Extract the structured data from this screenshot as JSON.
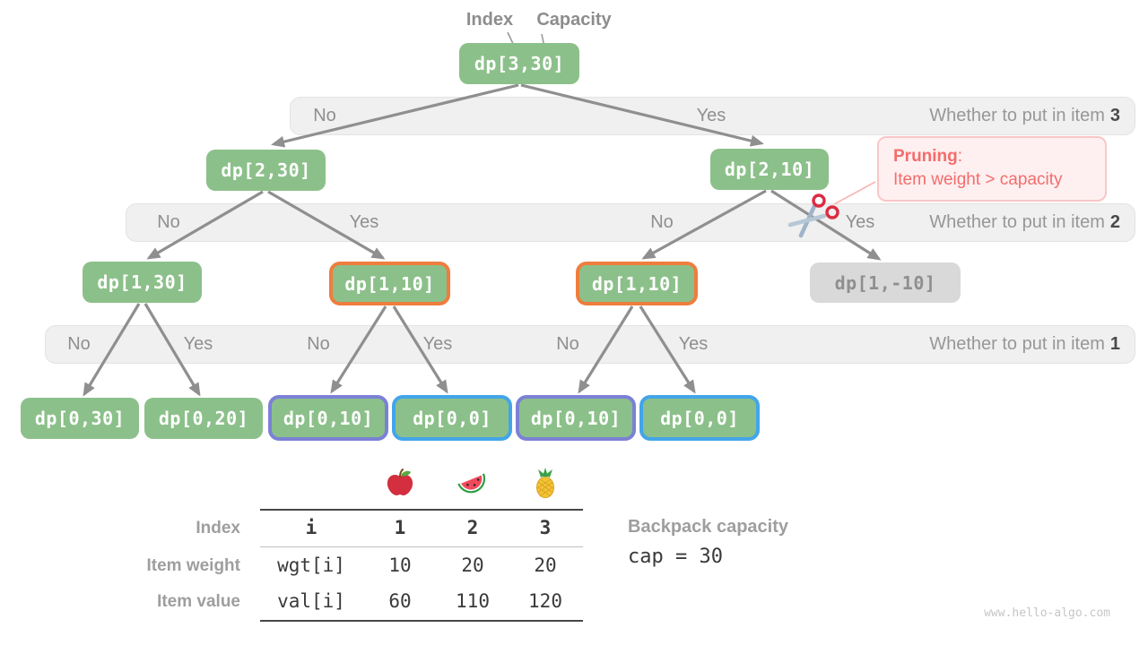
{
  "header": {
    "index_label": "Index",
    "capacity_label": "Capacity"
  },
  "tree": {
    "nodes": [
      {
        "id": "dp-3-30",
        "label": "dp[3,30]",
        "style": "green"
      },
      {
        "id": "dp-2-30",
        "label": "dp[2,30]",
        "style": "green"
      },
      {
        "id": "dp-2-10",
        "label": "dp[2,10]",
        "style": "green"
      },
      {
        "id": "dp-1-30",
        "label": "dp[1,30]",
        "style": "green"
      },
      {
        "id": "dp-1-10-left",
        "label": "dp[1,10]",
        "style": "green-orange-border"
      },
      {
        "id": "dp-1-10-right",
        "label": "dp[1,10]",
        "style": "green-orange-border"
      },
      {
        "id": "dp-1-neg10",
        "label": "dp[1,-10]",
        "style": "gray-pruned"
      },
      {
        "id": "dp-0-30",
        "label": "dp[0,30]",
        "style": "green"
      },
      {
        "id": "dp-0-20",
        "label": "dp[0,20]",
        "style": "green"
      },
      {
        "id": "dp-0-10-left",
        "label": "dp[0,10]",
        "style": "green-purple-border"
      },
      {
        "id": "dp-0-0-left",
        "label": "dp[0,0]",
        "style": "green-blue-border"
      },
      {
        "id": "dp-0-10-right",
        "label": "dp[0,10]",
        "style": "green-purple-border"
      },
      {
        "id": "dp-0-0-right",
        "label": "dp[0,0]",
        "style": "green-blue-border"
      }
    ]
  },
  "bands": [
    {
      "question": "Whether to put in item",
      "item": "3",
      "no": "No",
      "yes": "Yes"
    },
    {
      "question": "Whether to put in item",
      "item": "2",
      "no": "No",
      "yes": "Yes"
    },
    {
      "question": "Whether to put in item",
      "item": "1",
      "no": "No",
      "yes": "Yes"
    }
  ],
  "pruning": {
    "title": "Pruning",
    "separator": ":",
    "reason": "Item weight > capacity"
  },
  "table": {
    "fruit_icons": [
      "apple",
      "watermelon",
      "pineapple"
    ],
    "rows": [
      {
        "label": "Index",
        "cells": [
          "i",
          "1",
          "2",
          "3"
        ]
      },
      {
        "label": "Item weight",
        "cells": [
          "wgt[i]",
          "10",
          "20",
          "20"
        ]
      },
      {
        "label": "Item value",
        "cells": [
          "val[i]",
          "60",
          "110",
          "120"
        ]
      }
    ]
  },
  "backpack": {
    "label": "Backpack capacity",
    "value": "cap = 30"
  },
  "watermark": "www.hello-algo.com",
  "colors": {
    "node_green": "#8cc08a",
    "highlight_orange": "#ee7d3e",
    "highlight_purple": "#7b81d6",
    "highlight_blue": "#43a5e9",
    "pruned_gray": "#d9d9d9",
    "band_bg": "#f0f0f0",
    "arrow_gray": "#8f8f8f",
    "pruning_red": "#f56c6c"
  }
}
